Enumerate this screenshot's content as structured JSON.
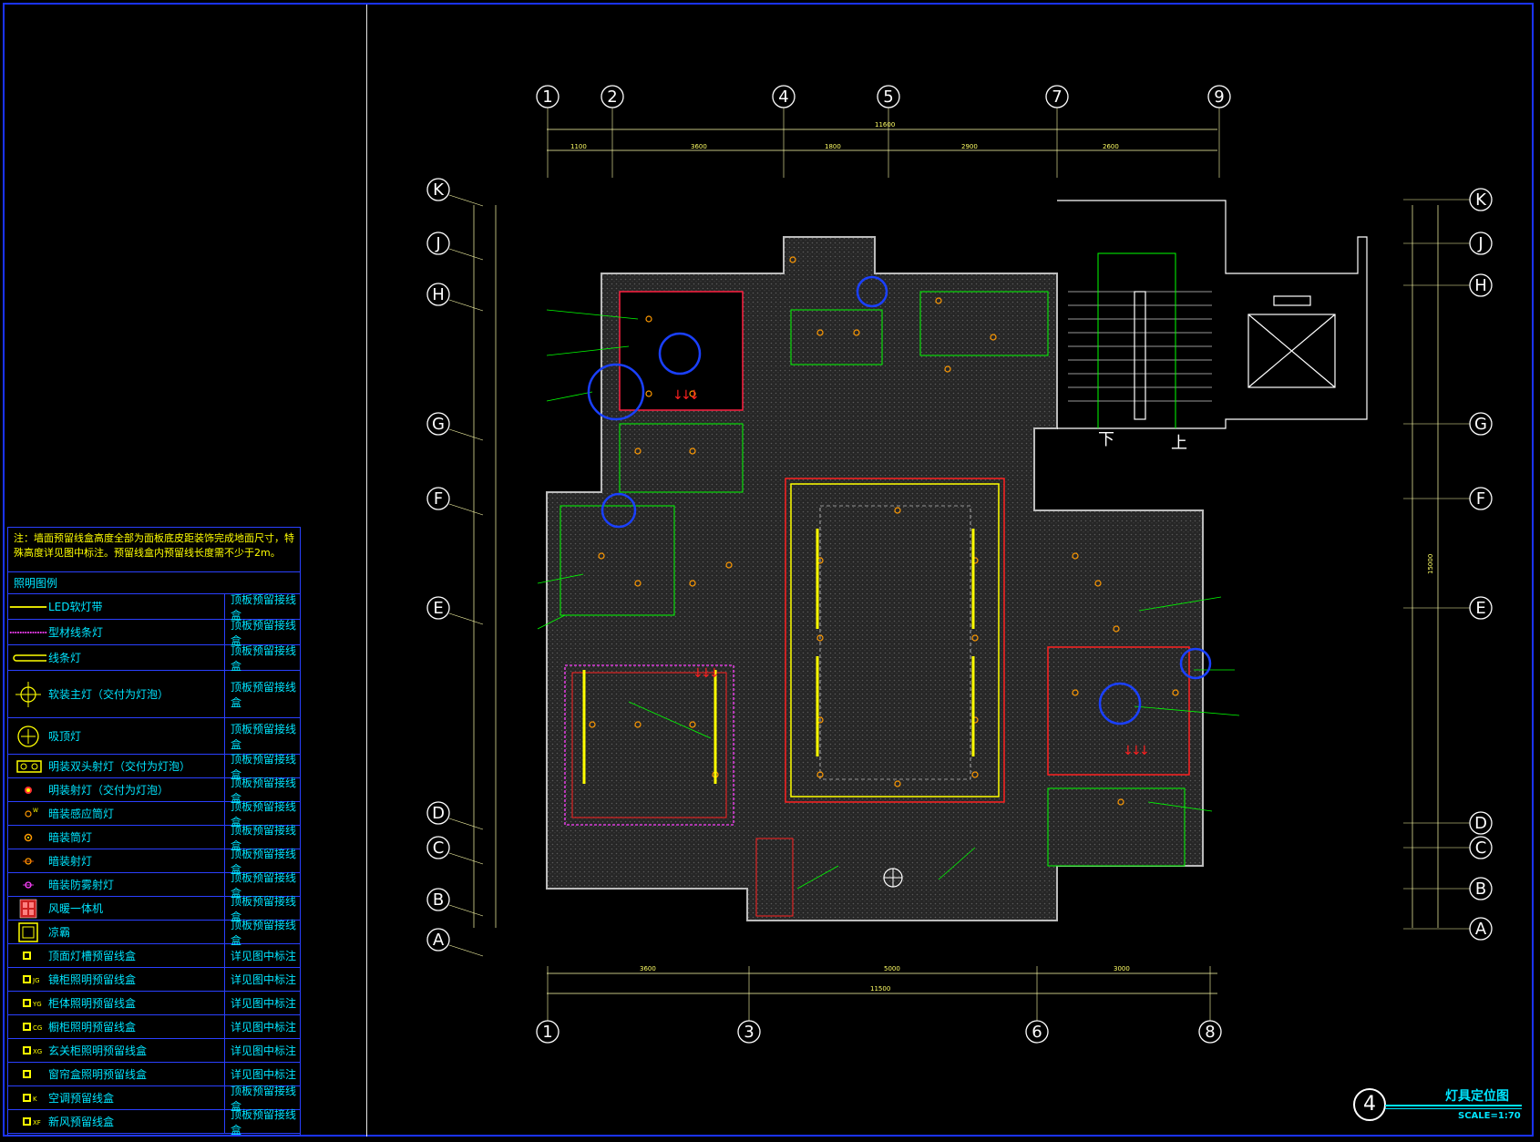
{
  "drawing": {
    "number": "4",
    "title": "灯具定位图",
    "scale": "SCALE=1:70"
  },
  "grid": {
    "top": [
      "1",
      "2",
      "4",
      "5",
      "7",
      "9"
    ],
    "bottom": [
      "1",
      "3",
      "6",
      "8"
    ],
    "left": [
      "K",
      "J",
      "H",
      "G",
      "F",
      "E",
      "D",
      "C",
      "B",
      "A"
    ],
    "right": [
      "K",
      "J",
      "H",
      "G",
      "F",
      "E",
      "D",
      "C",
      "B",
      "A"
    ]
  },
  "dimensions": {
    "top_total": "11600",
    "top_segments": [
      "1100",
      "3600",
      "1800",
      "2900",
      "2600"
    ],
    "bottom_total": "11500",
    "bottom_segments": [
      "3600",
      "5000",
      "3000"
    ],
    "side_total": "15000"
  },
  "stair_labels": {
    "down": "下",
    "up": "上"
  },
  "legend": {
    "note": "注：墙面预留线盒高度全部为面板底皮距装饰完成地面尺寸，特殊高度详见图中标注。预留线盒内预留线长度需不少于2m。",
    "title": "照明图例",
    "rows": [
      {
        "name": "LED软灯带",
        "remark": "顶板预留接线盒",
        "icon": "led-strip-icon"
      },
      {
        "name": "型材线条灯",
        "remark": "顶板预留接线盒",
        "icon": "profile-line-light-icon"
      },
      {
        "name": "线条灯",
        "remark": "顶板预留接线盒",
        "icon": "line-light-icon"
      },
      {
        "name": "软装主灯（交付为灯泡）",
        "remark": "顶板预留接线盒",
        "icon": "main-pendant-light-icon"
      },
      {
        "name": "吸顶灯",
        "remark": "顶板预留接线盒",
        "icon": "ceiling-light-icon"
      },
      {
        "name": "明装双头射灯（交付为灯泡）",
        "remark": "顶板预留接线盒",
        "icon": "double-spotlight-icon"
      },
      {
        "name": "明装射灯（交付为灯泡）",
        "remark": "顶板预留接线盒",
        "icon": "surface-spotlight-icon"
      },
      {
        "name": "暗装感应筒灯",
        "remark": "顶板预留接线盒",
        "icon": "sensor-downlight-icon"
      },
      {
        "name": "暗装筒灯",
        "remark": "顶板预留接线盒",
        "icon": "downlight-icon"
      },
      {
        "name": "暗装射灯",
        "remark": "顶板预留接线盒",
        "icon": "recessed-spotlight-icon"
      },
      {
        "name": "暗装防雾射灯",
        "remark": "顶板预留接线盒",
        "icon": "fog-spotlight-icon"
      },
      {
        "name": "风暖一体机",
        "remark": "顶板预留接线盒",
        "icon": "bath-heater-icon"
      },
      {
        "name": "凉霸",
        "remark": "顶板预留接线盒",
        "icon": "cooling-fan-icon"
      },
      {
        "name": "顶面灯槽预留线盒",
        "remark": "详见图中标注",
        "icon": "box-icon",
        "code": ""
      },
      {
        "name": "镜柜照明预留线盒",
        "remark": "详见图中标注",
        "icon": "box-icon",
        "code": "JG"
      },
      {
        "name": "柜体照明预留线盒",
        "remark": "详见图中标注",
        "icon": "box-icon",
        "code": "YG"
      },
      {
        "name": "橱柜照明预留线盒",
        "remark": "详见图中标注",
        "icon": "box-icon",
        "code": "CG"
      },
      {
        "name": "玄关柜照明预留线盒",
        "remark": "详见图中标注",
        "icon": "box-icon",
        "code": "XG"
      },
      {
        "name": "窗帘盒照明预留线盒",
        "remark": "详见图中标注",
        "icon": "box-icon",
        "code": ""
      },
      {
        "name": "空调预留线盒",
        "remark": "顶板预留接线盒",
        "icon": "box-icon",
        "code": "K"
      },
      {
        "name": "新风预留线盒",
        "remark": "顶板预留接线盒",
        "icon": "box-icon",
        "code": "XF"
      }
    ]
  },
  "colors": {
    "frame": "#1a33ff",
    "text_cyan": "#00e5ff",
    "note_yellow": "#ffff00",
    "wall": "#9a9a9a",
    "hatch": "#3a3a3a",
    "green": "#00ff00",
    "red": "#ff2020",
    "yellow": "#ffff00",
    "magenta": "#ff40ff"
  }
}
